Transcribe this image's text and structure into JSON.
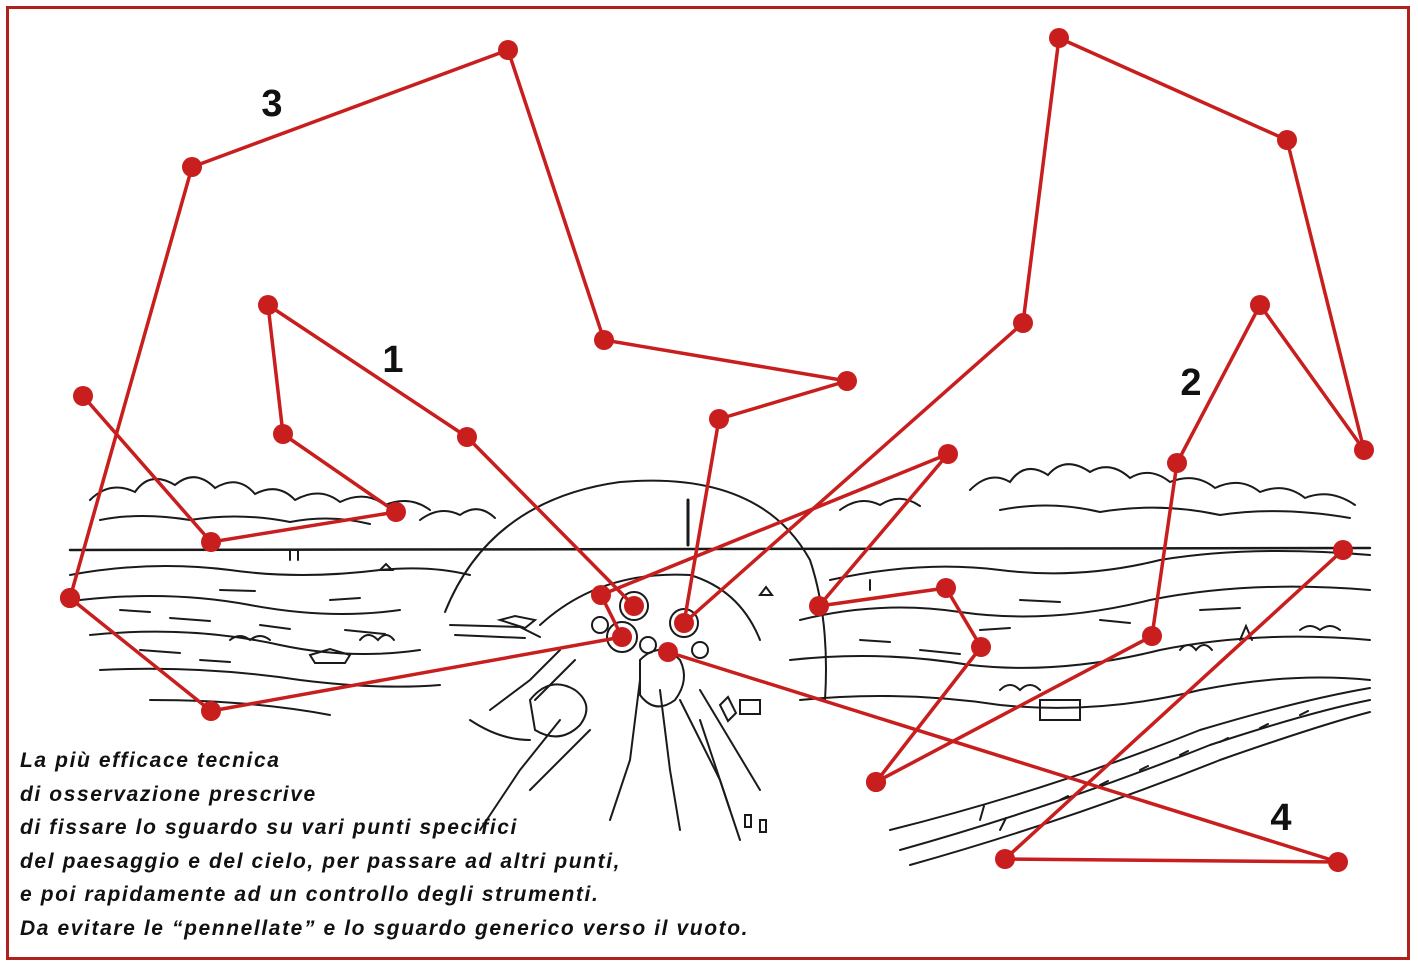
{
  "colors": {
    "route": "#c81e1e",
    "ink": "#1a1a1a",
    "frame": "#b0201d"
  },
  "labels": [
    {
      "id": "path-1",
      "text": "1"
    },
    {
      "id": "path-2",
      "text": "2"
    },
    {
      "id": "path-3",
      "text": "3"
    },
    {
      "id": "path-4",
      "text": "4"
    }
  ],
  "caption": [
    "La più efficace tecnica",
    "di osservazione prescrive",
    "di fissare lo sguardo su vari punti specifici",
    "del paesaggio e del cielo, per passare ad altri punti,",
    "e poi rapidamente ad un controllo degli strumenti.",
    "Da evitare le “pennellate” e lo sguardo generico verso il vuoto."
  ]
}
